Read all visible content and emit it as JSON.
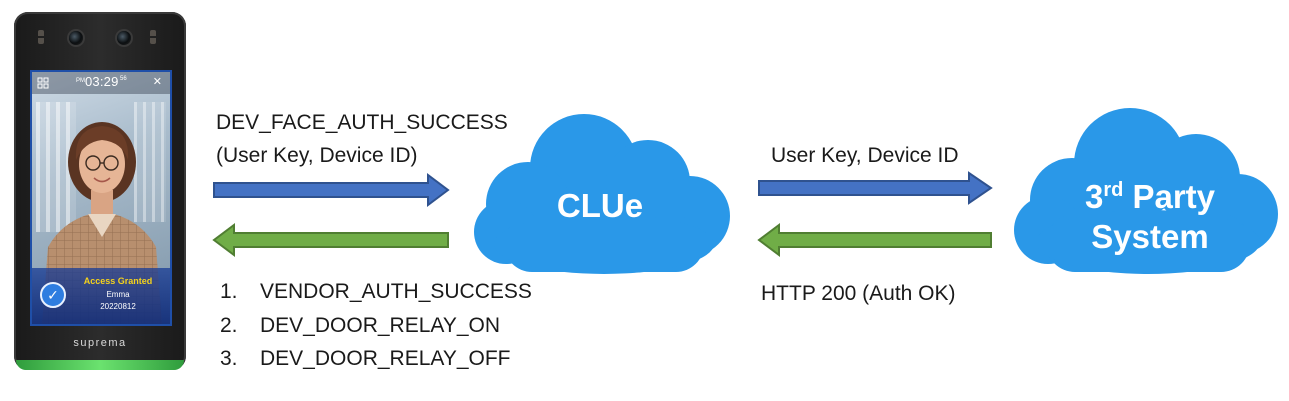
{
  "device": {
    "clock_ampm": "PM",
    "clock_time": "03:29",
    "clock_seconds": "56",
    "access_status": "Access Granted",
    "user_name": "Emma",
    "user_id": "20220812",
    "brand": "suprema",
    "close_glyph": "✕",
    "check_glyph": "✓"
  },
  "left_flow": {
    "request_line1": "DEV_FACE_AUTH_SUCCESS",
    "request_line2": "(User Key, Device ID)",
    "responses": [
      {
        "num": "1.",
        "label": "VENDOR_AUTH_SUCCESS"
      },
      {
        "num": "2.",
        "label": "DEV_DOOR_RELAY_ON"
      },
      {
        "num": "3.",
        "label": "DEV_DOOR_RELAY_OFF"
      }
    ]
  },
  "center_cloud": {
    "label": "CLUe"
  },
  "right_flow": {
    "request": "User Key, Device ID",
    "response": "HTTP 200 (Auth OK)"
  },
  "right_cloud": {
    "line1_prefix": "3",
    "line1_sup": "rd",
    "line1_suffix": " Party",
    "line2": "System"
  },
  "colors": {
    "cloud_fill": "#2a98e8",
    "request_arrow": "#4472c4",
    "request_arrow_border": "#2f528f",
    "response_arrow": "#70ad47",
    "response_arrow_border": "#507e32",
    "access_text": "#f5d21c"
  },
  "icons": [
    "grid-icon",
    "close-icon",
    "check-icon",
    "camera-lens-icon"
  ]
}
